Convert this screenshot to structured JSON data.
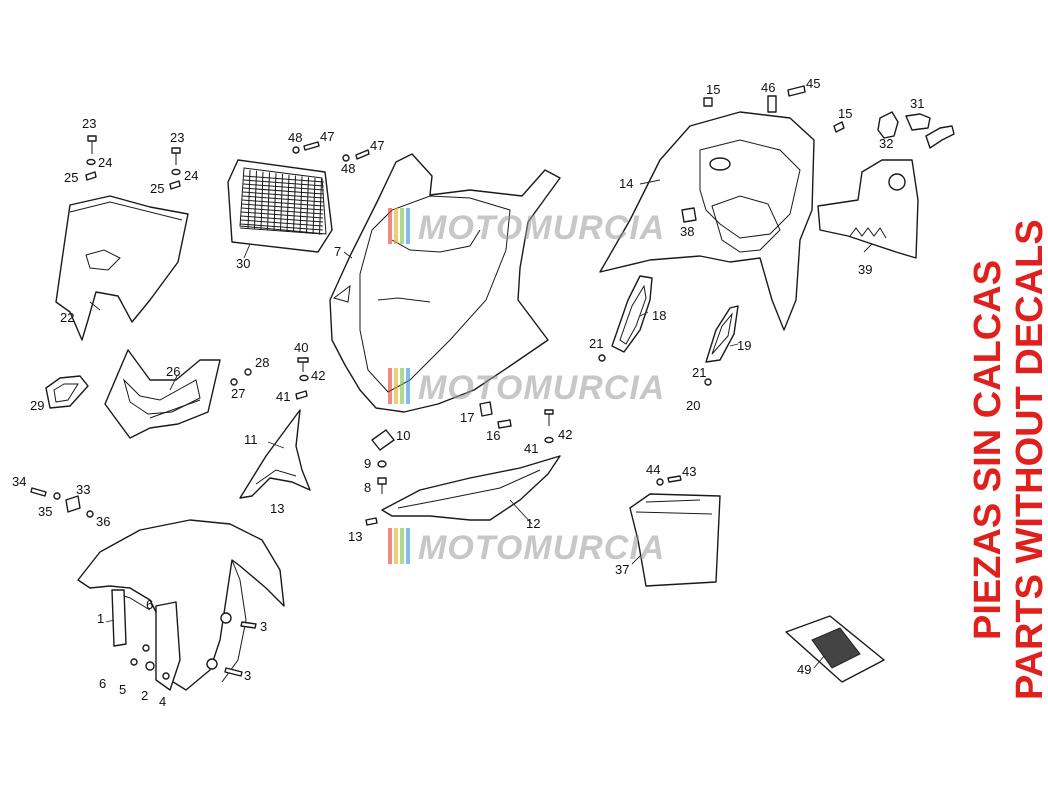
{
  "notice": {
    "line1": "PIEZAS SIN CALCAS",
    "line2": "PARTS WITHOUT DECALS",
    "color": "#e0201d"
  },
  "watermark": {
    "text": "MOTOMURCIA",
    "stripe_colors": [
      "#e53b2e",
      "#f2a31b",
      "#7cc242",
      "#2f8fd8"
    ]
  },
  "callouts": [
    {
      "id": "c23a",
      "text": "23"
    },
    {
      "id": "c24a",
      "text": "24"
    },
    {
      "id": "c25a",
      "text": "25"
    },
    {
      "id": "c23b",
      "text": "23"
    },
    {
      "id": "c24b",
      "text": "24"
    },
    {
      "id": "c25b",
      "text": "25"
    },
    {
      "id": "c22",
      "text": "22"
    },
    {
      "id": "c48a",
      "text": "48"
    },
    {
      "id": "c47a",
      "text": "47"
    },
    {
      "id": "c47b",
      "text": "47"
    },
    {
      "id": "c48b",
      "text": "48"
    },
    {
      "id": "c30",
      "text": "30"
    },
    {
      "id": "c7",
      "text": "7"
    },
    {
      "id": "c26",
      "text": "26"
    },
    {
      "id": "c28",
      "text": "28"
    },
    {
      "id": "c27",
      "text": "27"
    },
    {
      "id": "c29",
      "text": "29"
    },
    {
      "id": "c40",
      "text": "40"
    },
    {
      "id": "c42a",
      "text": "42"
    },
    {
      "id": "c41a",
      "text": "41"
    },
    {
      "id": "c11",
      "text": "11"
    },
    {
      "id": "c13a",
      "text": "13"
    },
    {
      "id": "c10",
      "text": "10"
    },
    {
      "id": "c17",
      "text": "17"
    },
    {
      "id": "c16",
      "text": "16"
    },
    {
      "id": "c9",
      "text": "9"
    },
    {
      "id": "c8",
      "text": "8"
    },
    {
      "id": "c42b",
      "text": "42"
    },
    {
      "id": "c41b",
      "text": "41"
    },
    {
      "id": "c13b",
      "text": "13"
    },
    {
      "id": "c12",
      "text": "12"
    },
    {
      "id": "c34",
      "text": "34"
    },
    {
      "id": "c33",
      "text": "33"
    },
    {
      "id": "c35",
      "text": "35"
    },
    {
      "id": "c36",
      "text": "36"
    },
    {
      "id": "c1",
      "text": "1"
    },
    {
      "id": "c6a",
      "text": "6"
    },
    {
      "id": "c3a",
      "text": "3"
    },
    {
      "id": "c3b",
      "text": "3"
    },
    {
      "id": "c6b",
      "text": "6"
    },
    {
      "id": "c5",
      "text": "5"
    },
    {
      "id": "c2",
      "text": "2"
    },
    {
      "id": "c4",
      "text": "4"
    },
    {
      "id": "c15a",
      "text": "15"
    },
    {
      "id": "c46",
      "text": "46"
    },
    {
      "id": "c45",
      "text": "45"
    },
    {
      "id": "c15b",
      "text": "15"
    },
    {
      "id": "c31",
      "text": "31"
    },
    {
      "id": "c32",
      "text": "32"
    },
    {
      "id": "c14",
      "text": "14"
    },
    {
      "id": "c38",
      "text": "38"
    },
    {
      "id": "c39",
      "text": "39"
    },
    {
      "id": "c18",
      "text": "18"
    },
    {
      "id": "c21a",
      "text": "21"
    },
    {
      "id": "c19",
      "text": "19"
    },
    {
      "id": "c21b",
      "text": "21"
    },
    {
      "id": "c20",
      "text": "20"
    },
    {
      "id": "c44",
      "text": "44"
    },
    {
      "id": "c43",
      "text": "43"
    },
    {
      "id": "c37",
      "text": "37"
    },
    {
      "id": "c49",
      "text": "49"
    }
  ]
}
